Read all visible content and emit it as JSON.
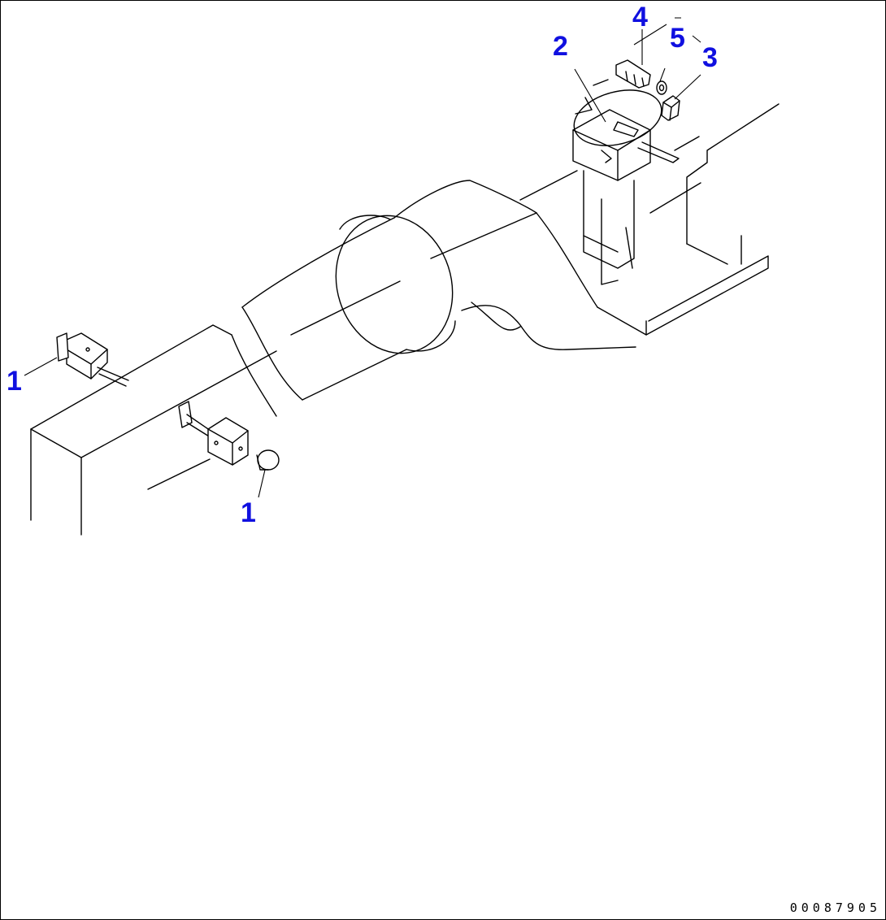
{
  "callouts": {
    "part_1_upper": "1",
    "part_1_lower": "1",
    "part_2": "2",
    "part_3": "3",
    "part_4": "4",
    "part_5": "5"
  },
  "drawing_number": "00087905",
  "colors": {
    "callout": "#1010e0",
    "line": "#000000",
    "background": "#ffffff"
  }
}
